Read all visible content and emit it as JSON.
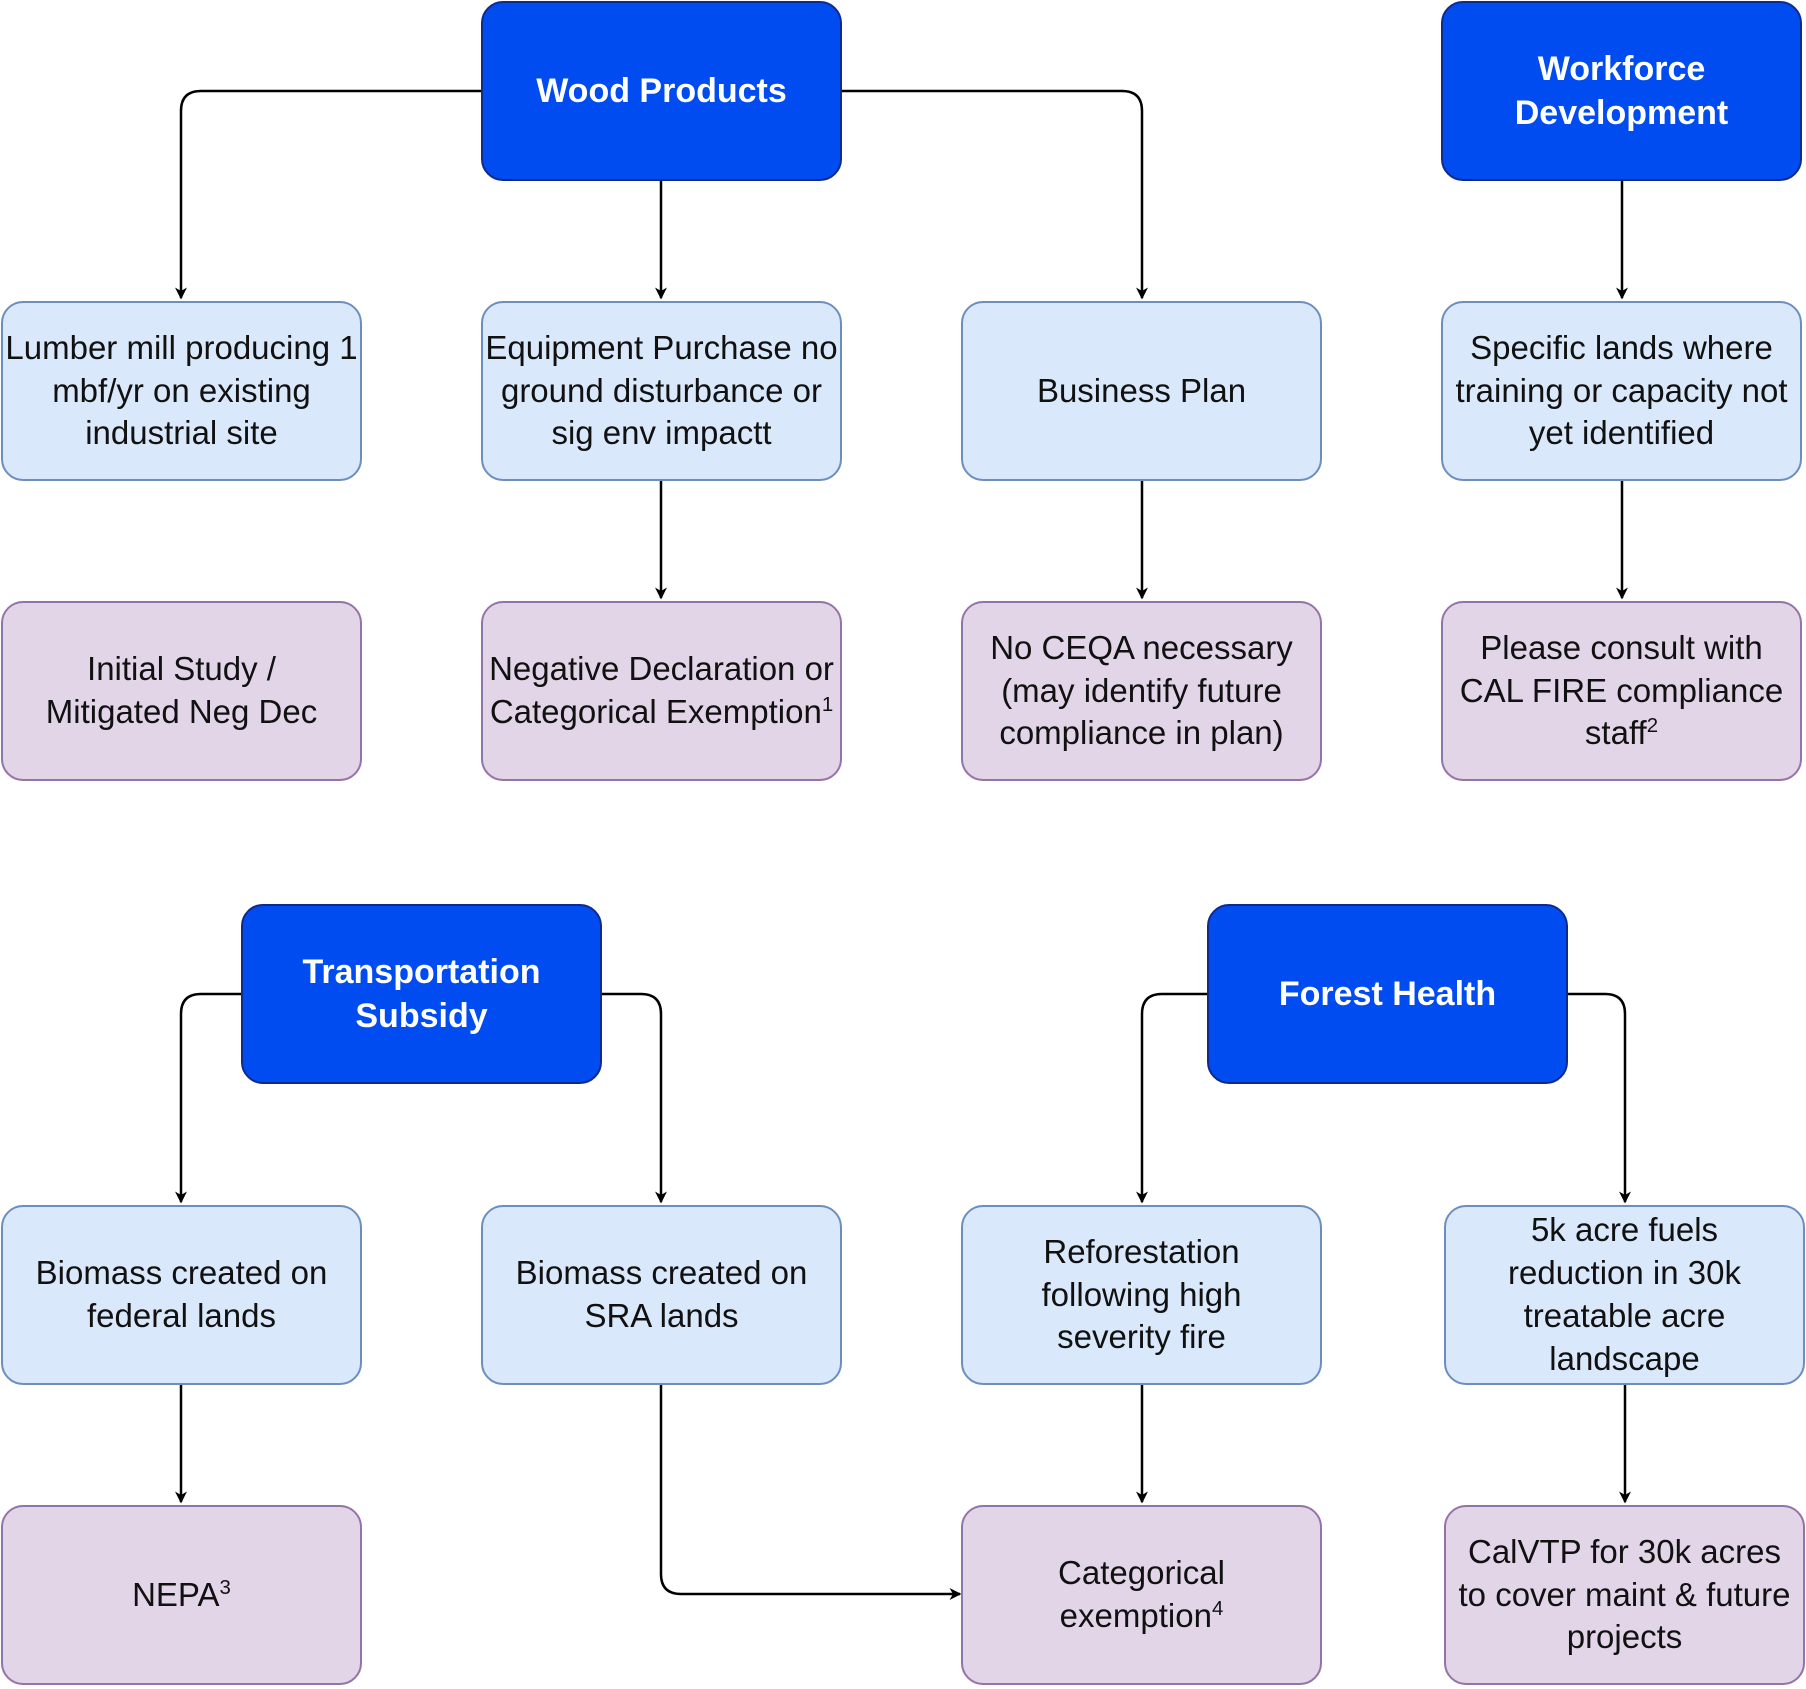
{
  "nodes": {
    "wood": {
      "label": "Wood Products"
    },
    "workforce": {
      "label": "Workforce Development"
    },
    "lumber": {
      "label": "Lumber mill producing 1 mbf/yr on existing industrial site"
    },
    "equipment": {
      "label": "Equipment Purchase no ground disturbance or sig env impactt"
    },
    "business": {
      "label": "Business Plan"
    },
    "specific": {
      "label": "Specific lands where training or capacity not yet identified"
    },
    "initial": {
      "label": "Initial Study / Mitigated Neg Dec"
    },
    "negdec": {
      "label": "Negative Declaration or Categorical Exemption",
      "sup": "1"
    },
    "noceqa": {
      "label": "No CEQA necessary (may identify future compliance in plan)"
    },
    "consult": {
      "label": "Please consult with CAL FIRE compliance staff",
      "sup": "2"
    },
    "transport": {
      "label": "Transportation Subsidy"
    },
    "forest": {
      "label": "Forest Health"
    },
    "federal": {
      "label": "Biomass created on federal lands"
    },
    "sra": {
      "label": "Biomass created on SRA lands"
    },
    "reforest": {
      "label": "Reforestation following high severity fire"
    },
    "fuels": {
      "label": "5k acre fuels reduction in 30k treatable acre landscape"
    },
    "nepa": {
      "label": "NEPA",
      "sup": "3"
    },
    "catex": {
      "label": "Categorical exemption",
      "sup": "4"
    },
    "calvtp": {
      "label": "CalVTP for 30k acres to cover maint & future projects"
    }
  },
  "colors": {
    "header_fill": "#004cf0",
    "header_border": "#102a8c",
    "step_fill": "#dae8fb",
    "step_border": "#6c8ebf",
    "outcome_fill": "#e2d5e8",
    "outcome_border": "#9673a6"
  }
}
